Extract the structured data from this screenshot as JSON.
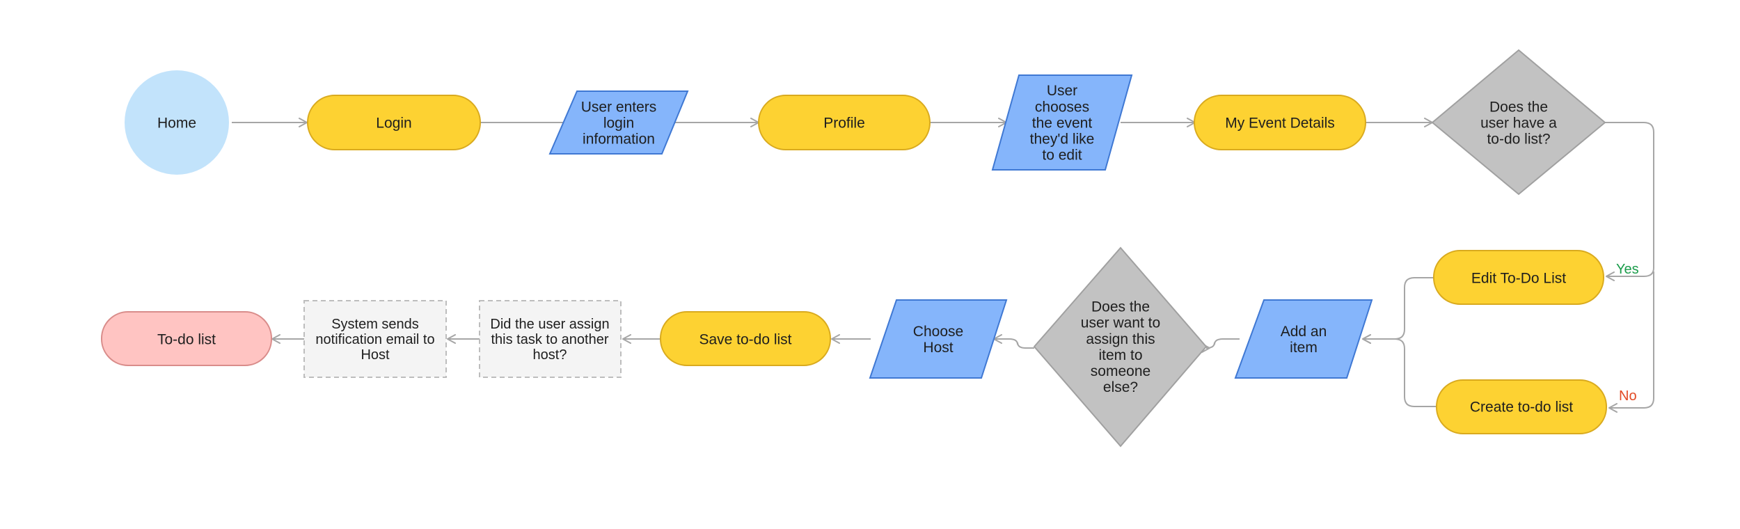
{
  "diagram": {
    "nodes": {
      "home": {
        "lines": [
          "Home"
        ]
      },
      "login": {
        "lines": [
          "Login"
        ]
      },
      "enter_login": {
        "lines": [
          "User enters",
          "login",
          "information"
        ]
      },
      "profile": {
        "lines": [
          "Profile"
        ]
      },
      "choose_event": {
        "lines": [
          "User",
          "chooses",
          "the event",
          "they'd like",
          "to edit"
        ]
      },
      "event_details": {
        "lines": [
          "My Event Details"
        ]
      },
      "has_todo": {
        "lines": [
          "Does the",
          "user have a",
          "to-do list?"
        ]
      },
      "edit_todo": {
        "lines": [
          "Edit To-Do List"
        ]
      },
      "create_todo": {
        "lines": [
          "Create to-do list"
        ]
      },
      "add_item": {
        "lines": [
          "Add an",
          "item"
        ]
      },
      "assign_q": {
        "lines": [
          "Does the",
          "user want to",
          "assign this",
          "item to",
          "someone",
          "else?"
        ]
      },
      "choose_host": {
        "lines": [
          "Choose",
          "Host"
        ]
      },
      "save_todo": {
        "lines": [
          "Save to-do list"
        ]
      },
      "assigned_q": {
        "lines": [
          "Did the user assign",
          "this task to another",
          "host?"
        ]
      },
      "send_email": {
        "lines": [
          "System sends",
          "notification email to",
          "Host"
        ]
      },
      "todo_list": {
        "lines": [
          "To-do list"
        ]
      }
    },
    "edge_labels": {
      "yes": "Yes",
      "no": "No"
    }
  },
  "colors": {
    "home_fill": "#c2e3fb",
    "process_fill": "#fdd232",
    "process_stroke": "#d9aa1e",
    "io_fill": "#85b5fb",
    "io_stroke": "#3f78d3",
    "decision_fill": "#c2c2c2",
    "decision_stroke": "#a0a0a0",
    "note_fill": "#f4f4f4",
    "note_stroke": "#bdbdbd",
    "end_fill": "#ffc4c2",
    "end_stroke": "#d98c8a",
    "connector": "#a6a6a6",
    "yes_color": "#1a9c4a",
    "no_color": "#e24a24",
    "text": "#1e1e1e"
  }
}
